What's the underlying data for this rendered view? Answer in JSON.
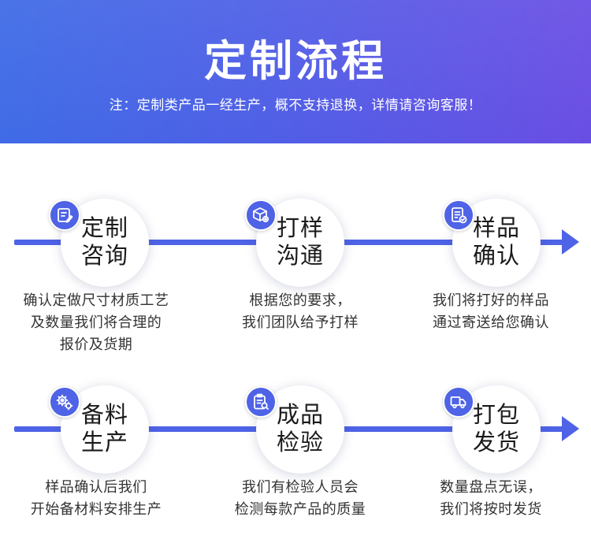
{
  "header": {
    "title": "定制流程",
    "note": "注：定制类产品一经生产，概不支持退换，详情请咨询客服！",
    "accent_color": "#4e63e6"
  },
  "steps": [
    {
      "label_line1": "定制",
      "label_line2": "咨询",
      "icon": "design-brush-icon",
      "desc_line1": "确认定做尺寸材质工艺",
      "desc_line2": "及数量我们将合理的",
      "desc_line3": "报价及货期"
    },
    {
      "label_line1": "打样",
      "label_line2": "沟通",
      "icon": "box-settings-icon",
      "desc_line1": "根据您的要求，",
      "desc_line2": "我们团队给予打样",
      "desc_line3": ""
    },
    {
      "label_line1": "样品",
      "label_line2": "确认",
      "icon": "document-check-icon",
      "desc_line1": "我们将打好的样品",
      "desc_line2": "通过寄送给您确认",
      "desc_line3": ""
    },
    {
      "label_line1": "备料",
      "label_line2": "生产",
      "icon": "gears-icon",
      "desc_line1": "样品确认后我们",
      "desc_line2": "开始备材料安排生产",
      "desc_line3": ""
    },
    {
      "label_line1": "成品",
      "label_line2": "检验",
      "icon": "clipboard-inspect-icon",
      "desc_line1": "我们有检验人员会",
      "desc_line2": "检测每款产品的质量",
      "desc_line3": ""
    },
    {
      "label_line1": "打包",
      "label_line2": "发货",
      "icon": "delivery-truck-icon",
      "desc_line1": "数量盘点无误，",
      "desc_line2": "我们将按时发货",
      "desc_line3": ""
    }
  ]
}
